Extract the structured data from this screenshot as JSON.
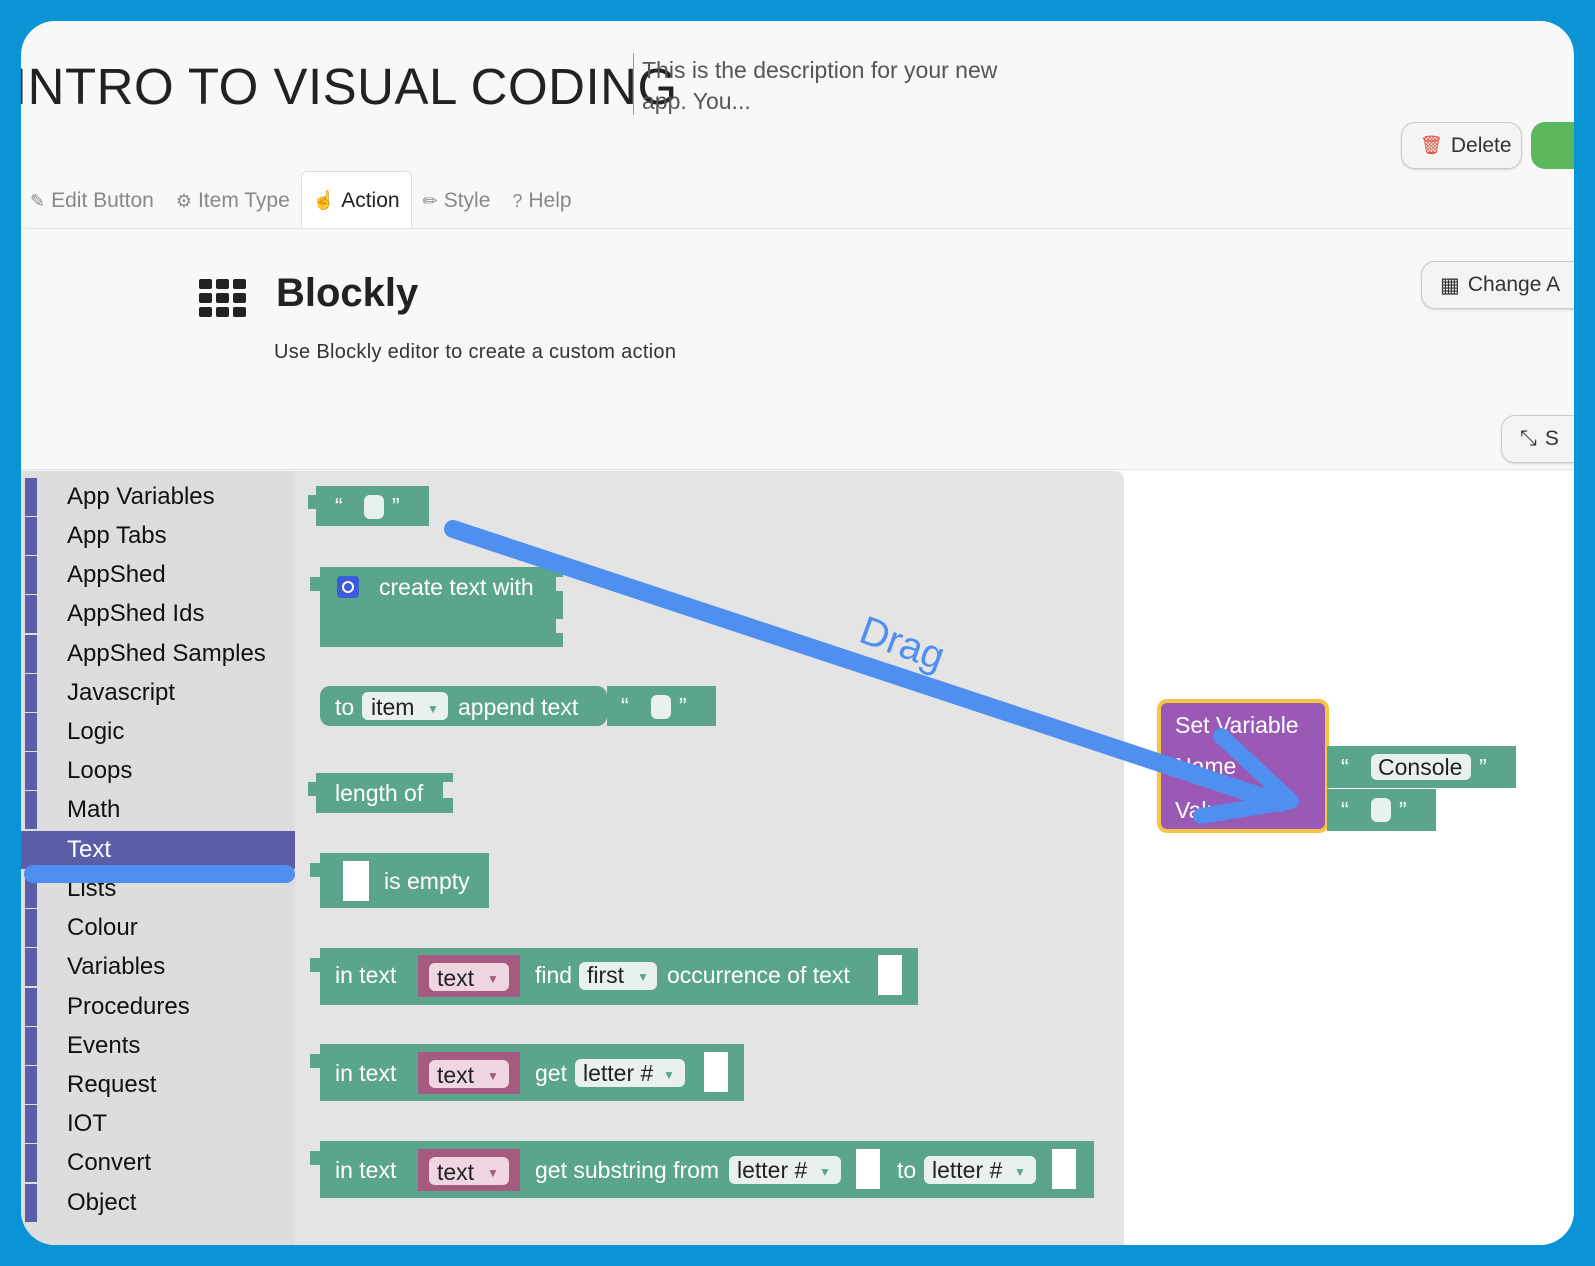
{
  "app": {
    "title": "INTRO TO VISUAL CODING",
    "description": "This is the description for your new app. You..."
  },
  "buttons": {
    "delete": "Delete",
    "change": "Change A",
    "small": "S"
  },
  "tabs": [
    {
      "label": "Edit Button",
      "icon": "edit-icon"
    },
    {
      "label": "Item Type",
      "icon": "cogs-icon"
    },
    {
      "label": "Action",
      "icon": "hand-pointer-icon"
    },
    {
      "label": "Style",
      "icon": "pencil-icon"
    },
    {
      "label": "Help",
      "icon": "question-circle-icon"
    }
  ],
  "action_panel": {
    "title": "Blockly",
    "subtitle": "Use Blockly editor to create a custom action"
  },
  "toolbox": {
    "selected": "Text",
    "items": [
      "App Variables",
      "App Tabs",
      "AppShed",
      "AppShed Ids",
      "AppShed Samples",
      "Javascript",
      "Logic",
      "Loops",
      "Math",
      "Text",
      "Lists",
      "Colour",
      "Variables",
      "Procedures",
      "Events",
      "Request",
      "IOT",
      "Convert",
      "Object"
    ]
  },
  "blocks": {
    "quote_open": "“",
    "quote_close": "”",
    "create_text": "create text with",
    "to": "to",
    "item": "item",
    "append_text": "append text",
    "length_of": "length of",
    "is_empty": "is empty",
    "in_text": "in text",
    "text_var": "text",
    "find": "find",
    "first": "first",
    "occurrence": "occurrence of text",
    "get": "get",
    "letter_num": "letter #",
    "get_substring": "get substring from",
    "to_kw": "to"
  },
  "canvas": {
    "set_variable": "Set Variable",
    "name_label": "Name",
    "value_label": "Value",
    "console": "Console"
  },
  "annotation": {
    "drag_label": "Drag"
  },
  "colors": {
    "frame": "#0a94d6",
    "text_block": "#5ba58c",
    "variable_block": "#a55b80",
    "set_variable_block": "#9b59b6",
    "set_variable_highlight": "#f5c542",
    "toolbox_selected": "#5b5ea6",
    "annotation": "#4f8ff0"
  }
}
